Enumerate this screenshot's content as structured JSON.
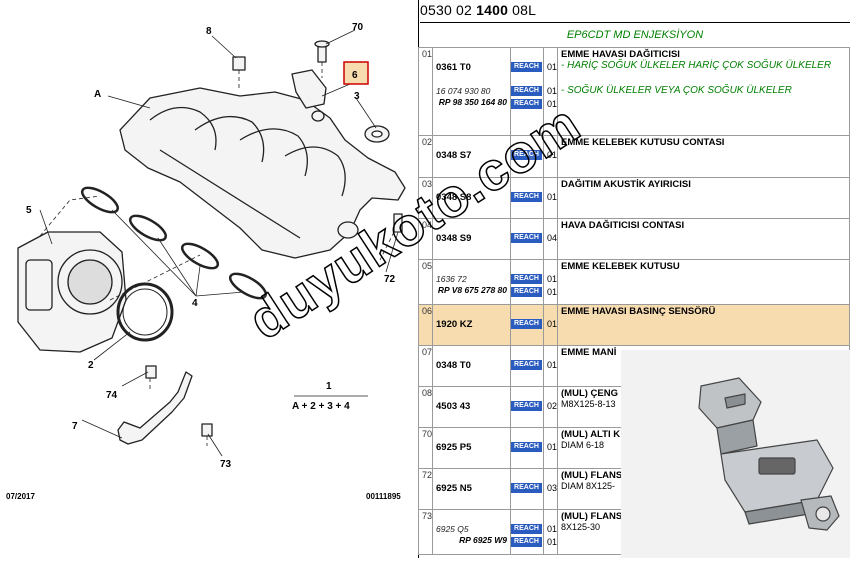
{
  "catalog": {
    "code_prefix": "0530 02",
    "code_bold": "1400",
    "code_suffix": "08L",
    "engine": "EP6CDT MD ENJEKSİYON"
  },
  "diagram": {
    "date": "07/2017",
    "ref_number": "00111895",
    "callouts": {
      "a": "A",
      "n1": "1",
      "n2": "2",
      "n3": "3",
      "n4": "4",
      "n5": "5",
      "n6": "6",
      "n7": "7",
      "n8": "8",
      "n70": "70",
      "n72": "72",
      "n73": "73",
      "n74": "74"
    },
    "formula": "A + 2 + 3 + 4"
  },
  "reach_label": "REACH",
  "rows": [
    {
      "item": "01",
      "ref": "0361 T0",
      "qty": "01",
      "title": "EMME HAVASI DAĞITICISI",
      "note1": "- HARİÇ SOĞUK ÜLKELER HARİÇ ÇOK SOĞUK ÜLKELER",
      "ref2": "16 074 930 80",
      "qty2": "01",
      "ref3": "RP 98 350 164 80",
      "qty3": "01",
      "note2": "- SOĞUK ÜLKELER VEYA ÇOK SOĞUK ÜLKELER"
    },
    {
      "item": "02",
      "ref": "0348 S7",
      "qty": "01",
      "title": "EMME KELEBEK KUTUSU CONTASI"
    },
    {
      "item": "03",
      "ref": "0348 S8",
      "qty": "01",
      "title": "DAĞITIM AKUSTİK AYIRICISI"
    },
    {
      "item": "04",
      "ref": "0348 S9",
      "qty": "04",
      "title": "HAVA DAĞITICISI CONTASI"
    },
    {
      "item": "05",
      "ref": "1636 72",
      "qty": "01",
      "title": "EMME KELEBEK KUTUSU",
      "ref3": "RP V8 675 278 80",
      "qty3": "01"
    },
    {
      "item": "06",
      "ref": "1920 KZ",
      "qty": "01",
      "title": "EMME HAVASI BASINÇ SENSÖRÜ"
    },
    {
      "item": "07",
      "ref": "0348 T0",
      "qty": "01",
      "title": "EMME MANİ"
    },
    {
      "item": "08",
      "ref": "4503 43",
      "qty": "02",
      "title": "(MUL) ÇENG",
      "sub": "M8X125-8-13"
    },
    {
      "item": "70",
      "ref": "6925 P5",
      "qty": "01",
      "title": "(MUL) ALTI K",
      "sub": "DIAM 6-18"
    },
    {
      "item": "72",
      "ref": "6925 N5",
      "qty": "03",
      "title": "(MUL) FLANS",
      "sub": "DIAM 8X125-"
    },
    {
      "item": "73",
      "ref": "6925 Q5",
      "qty": "01",
      "title": "(MUL) FLANS",
      "sub": "8X125-30",
      "ref3": "RP 6925 W9",
      "qty3": "01"
    }
  ],
  "watermark": "duyukoto.com"
}
